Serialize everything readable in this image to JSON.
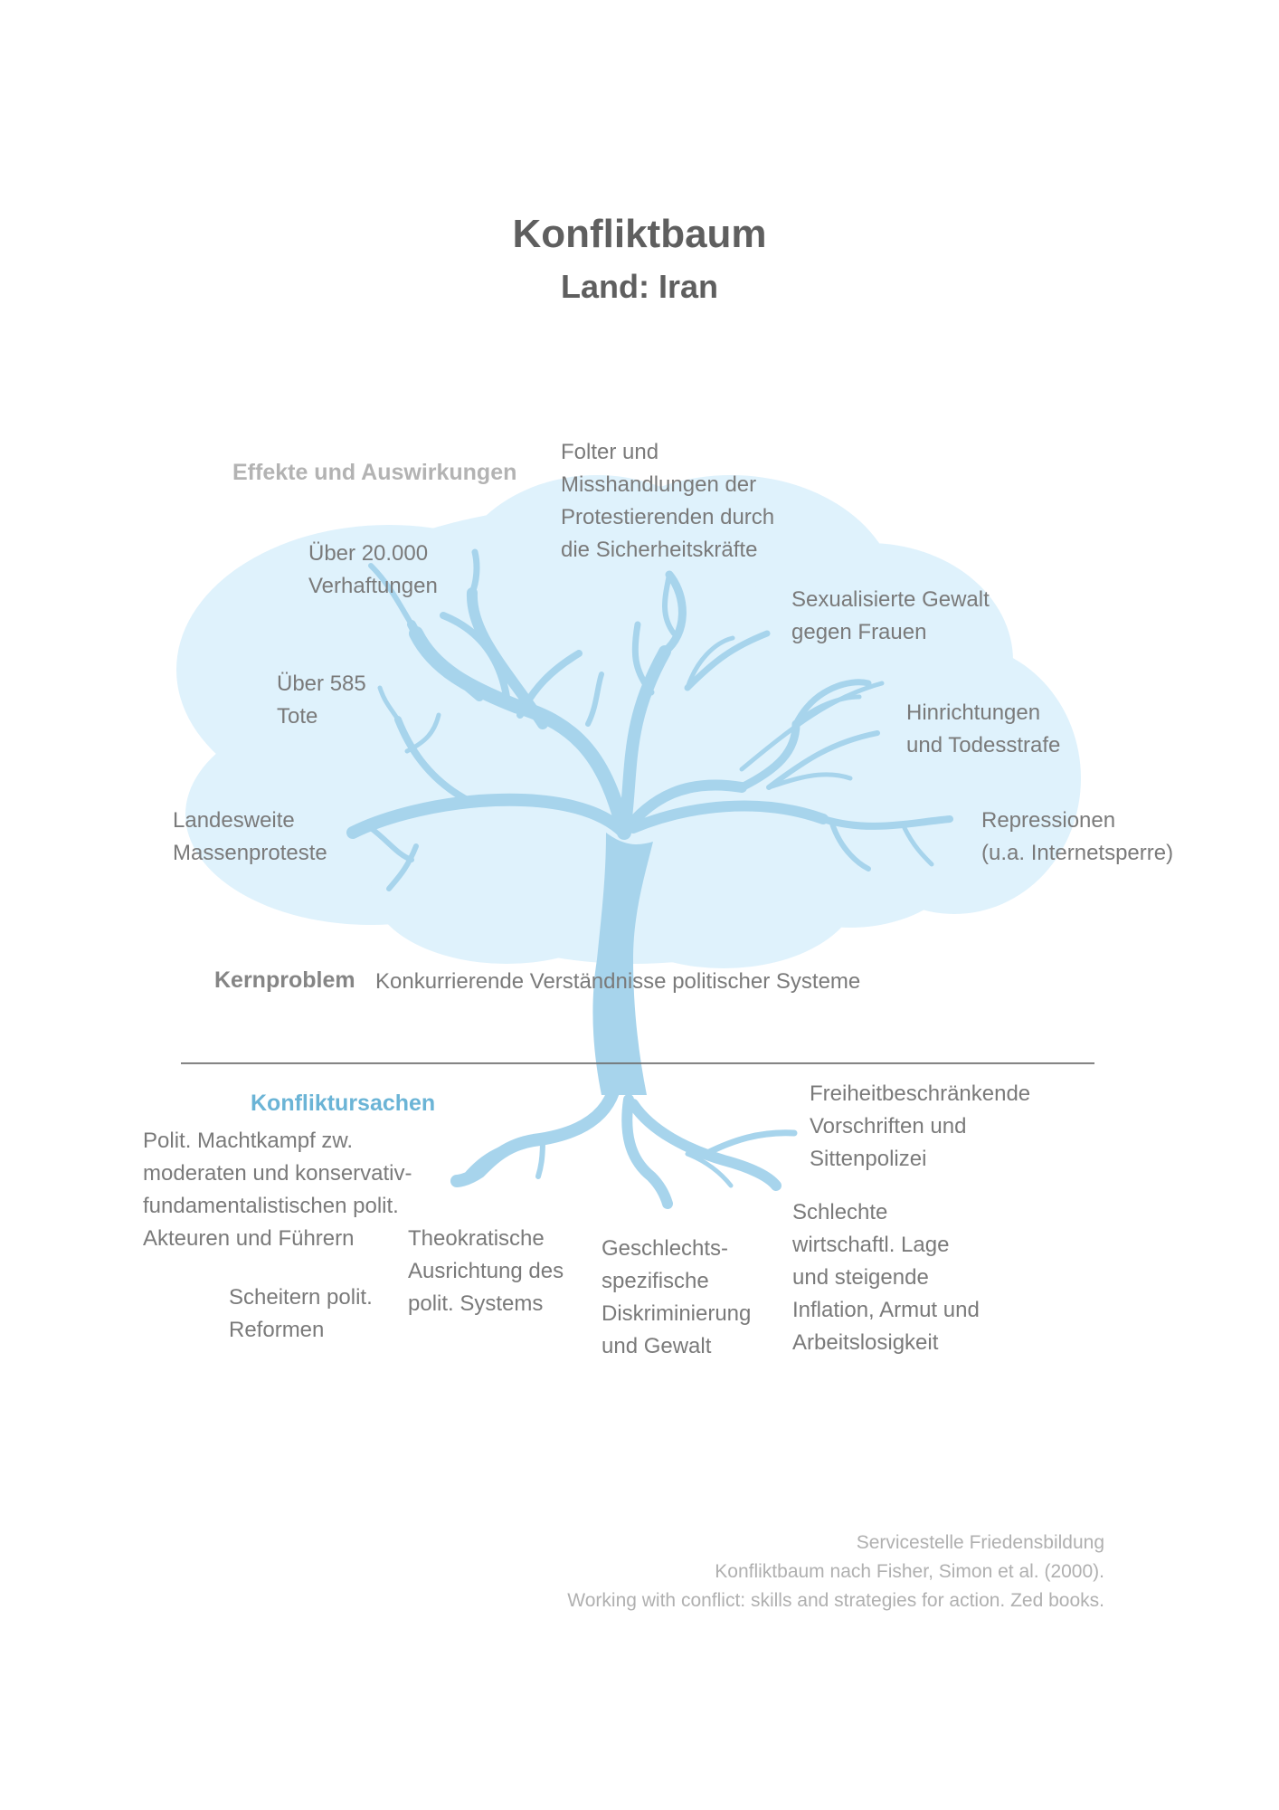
{
  "header": {
    "title": "Konfliktbaum",
    "subtitle": "Land: Iran"
  },
  "effects": {
    "heading": "Effekte und Auswirkungen",
    "items": [
      "Folter und\nMisshandlungen der\nProtestierenden durch\ndie Sicherheitskräfte",
      "Über 20.000\nVerhaftungen",
      "Sexualisierte Gewalt\ngegen Frauen",
      "Über 585\nTote",
      "Hinrichtungen\nund Todesstrafe",
      "Landesweite\nMassenproteste",
      "Repressionen\n(u.a. Internetsperre)"
    ]
  },
  "core": {
    "heading": "Kernproblem",
    "text": "Konkurrierende Verständnisse politischer Systeme"
  },
  "causes": {
    "heading": "Konfliktursachen",
    "items": [
      "Freiheitbeschränkende\nVorschriften und\nSittenpolizei",
      "Polit. Machtkampf zw.\nmoderaten und konservativ-\nfundamentalistischen polit.\nAkteuren und Führern",
      "Schlechte\nwirtschaftl. Lage\nund steigende\nInflation, Armut und\nArbeitslosigkeit",
      "Theokratische\nAusrichtung des\npolit. Systems",
      "Geschlechts-\nspezifische\nDiskriminierung\nund Gewalt",
      "Scheitern polit.\nReformen"
    ]
  },
  "credits": {
    "line1": "Servicestelle Friedensbildung",
    "line2": "Konfliktbaum nach Fisher, Simon et al. (2000).",
    "line3": "Working with conflict: skills and strategies for action. Zed books."
  },
  "colors": {
    "crown": "#dff2fc",
    "tree": "#a7d4ec",
    "accent": "#6bb4d6"
  }
}
